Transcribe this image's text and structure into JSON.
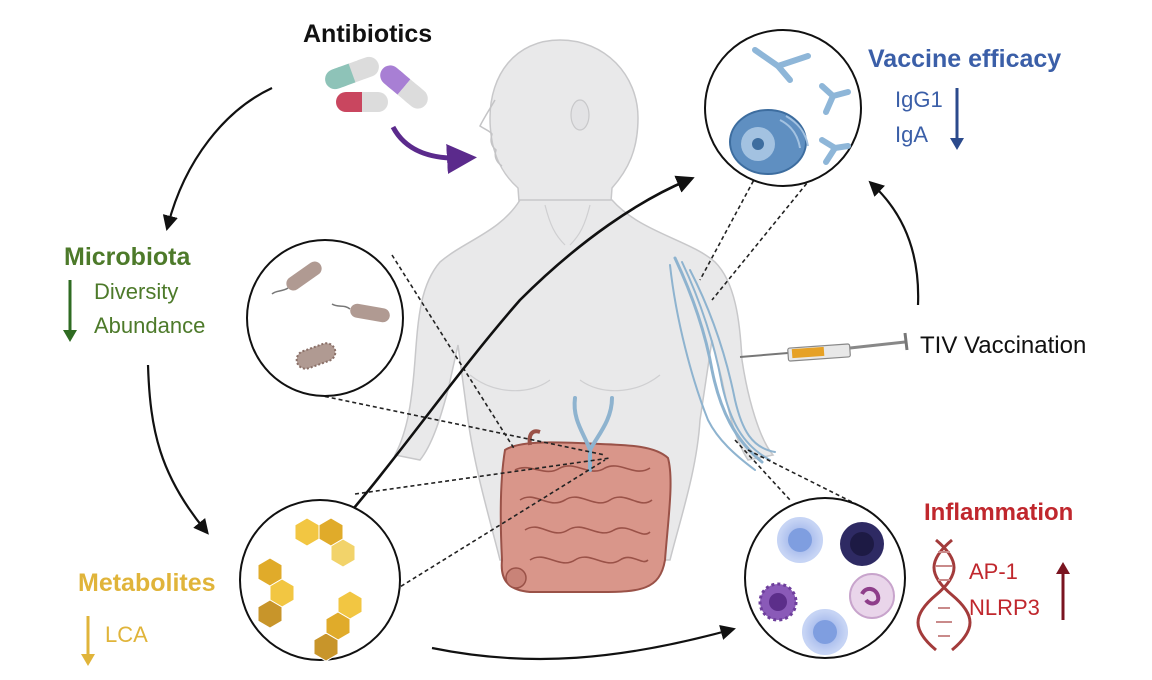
{
  "colors": {
    "vaccine": "#3b5fa8",
    "microbiota": "#4d7a2a",
    "inflammation": "#c0272d",
    "metabolites": "#e0b43a",
    "antibiotic_arrow": "#5b2a8c",
    "inflammation_arrow": "#7a1420"
  },
  "labels": {
    "antibiotics": "Antibiotics",
    "vaccine_efficacy": "Vaccine efficacy",
    "igg1": "IgG1",
    "iga": "IgA",
    "microbiota": "Microbiota",
    "diversity": "Diversity",
    "abundance": "Abundance",
    "tiv_vaccination": "TIV Vaccination",
    "inflammation": "Inflammation",
    "ap1": "AP-1",
    "nlrp3": "NLRP3",
    "metabolites": "Metabolites",
    "lca": "LCA"
  },
  "icons": [
    "capsule-icon",
    "syringe-icon",
    "antibody-icon",
    "plasma-cell-icon",
    "bacteria-icon",
    "metabolite-hexagon-icon",
    "immune-cell-icon",
    "dna-icon",
    "human-body-icon",
    "intestine-icon",
    "blood-vessel-icon"
  ]
}
